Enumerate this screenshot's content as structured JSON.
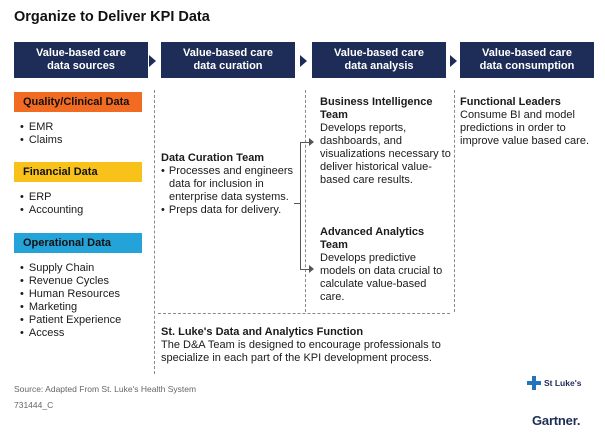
{
  "title": "Organize to Deliver KPI Data",
  "columns": [
    {
      "line1": "Value-based care",
      "line2": "data sources"
    },
    {
      "line1": "Value-based care",
      "line2": "data curation"
    },
    {
      "line1": "Value-based care",
      "line2": "data analysis"
    },
    {
      "line1": "Value-based care",
      "line2": "data consumption"
    }
  ],
  "categories": [
    {
      "label": "Quality/Clinical Data",
      "color": "#f26b22",
      "items": [
        "EMR",
        "Claims"
      ]
    },
    {
      "label": "Financial Data",
      "color": "#f8c21b",
      "items": [
        "ERP",
        "Accounting"
      ]
    },
    {
      "label": "Operational Data",
      "color": "#24a3d8",
      "items": [
        "Supply Chain",
        "Revenue Cycles",
        "Human Resources",
        "Marketing",
        "Patient Experience",
        "Access"
      ]
    }
  ],
  "curation": {
    "title": "Data Curation Team",
    "bullets": [
      "Processes and engineers data for inclusion in enterprise data systems.",
      "Preps data for delivery."
    ]
  },
  "bi": {
    "title": "Business Intelligence Team",
    "text": "Develops reports, dashboards, and visualizations necessary to deliver historical value-based care results."
  },
  "aa": {
    "title": "Advanced Analytics Team",
    "text": "Develops predictive models on data crucial to calculate value-based care."
  },
  "consumption": {
    "title": "Functional Leaders",
    "text": "Consume BI and model predictions in order to improve value based care."
  },
  "function": {
    "title": "St. Luke's Data and Analytics Function",
    "text": "The D&A Team is designed to encourage professionals to specialize in each part of the KPI development process."
  },
  "footer": {
    "source": "Source: Adapted From St. Luke's Health System",
    "code": "731444_C",
    "stlukes_logo": "St Luke's",
    "brand": "Gartner."
  },
  "colors": {
    "navy": "#1d2d57",
    "orange": "#f26b22",
    "yellow": "#f8c21b",
    "blue": "#24a3d8"
  }
}
